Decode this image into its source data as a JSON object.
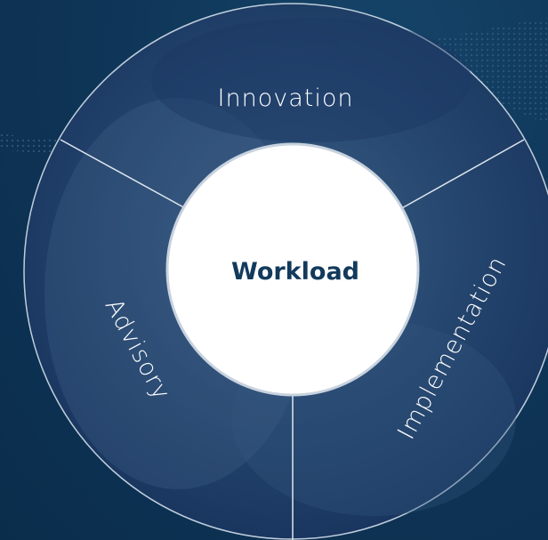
{
  "center": {
    "label": "Workload"
  },
  "segments": [
    {
      "label": "Innovation"
    },
    {
      "label": "Implementation"
    },
    {
      "label": "Advisory"
    }
  ],
  "colors": {
    "background": "#0e3456",
    "ring": "#1d3f6e",
    "divider": "#dfe6ee",
    "center_fill": "#ffffff",
    "center_text": "#123a5c"
  }
}
